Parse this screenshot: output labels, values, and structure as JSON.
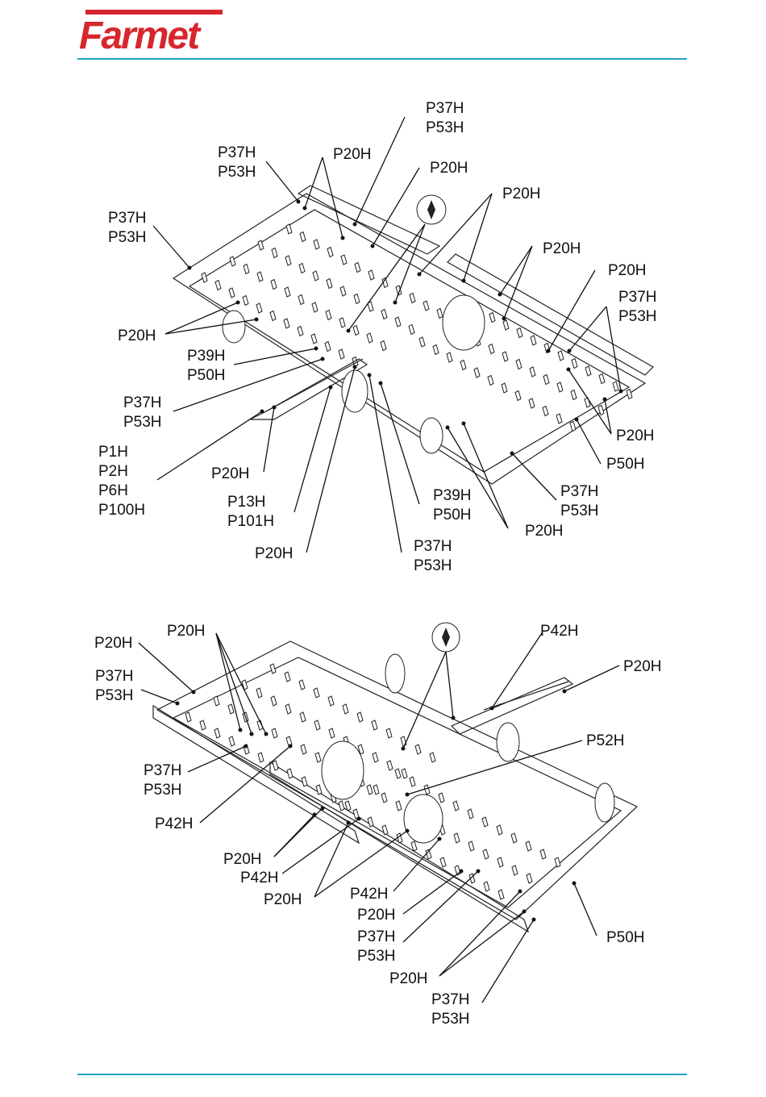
{
  "brand": {
    "name": "Farmet",
    "logo_color": "#d7262e",
    "rule_color": "#1fa3c9"
  },
  "figure_top": {
    "labels": {
      "t1": [
        "P37H",
        "P53H"
      ],
      "t2": [
        "P37H",
        "P53H"
      ],
      "t3": [
        "P20H"
      ],
      "t4": [
        "P20H"
      ],
      "t5": [
        "P37H",
        "P53H"
      ],
      "t6": [
        "P20H"
      ],
      "t7": [
        "P20H"
      ],
      "t8": [
        "P20H"
      ],
      "t9": [
        "P37H",
        "P53H"
      ],
      "t10": [
        "P20H"
      ],
      "t11": [
        "P39H",
        "P50H"
      ],
      "t12": [
        "P37H",
        "P53H"
      ],
      "t13": [
        "P1H",
        "P2H",
        "P6H",
        "P100H"
      ],
      "t14": [
        "P20H"
      ],
      "t15": [
        "P13H",
        "P101H"
      ],
      "t16": [
        "P20H"
      ],
      "t17": [
        "P37H",
        "P53H"
      ],
      "t18": [
        "P39H",
        "P50H"
      ],
      "t19": [
        "P20H"
      ],
      "t20": [
        "P37H",
        "P53H"
      ],
      "t21": [
        "P50H"
      ],
      "t22": [
        "P20H"
      ]
    }
  },
  "figure_bottom": {
    "labels": {
      "b1": [
        "P20H"
      ],
      "b2": [
        "P20H"
      ],
      "b3": [
        "P42H"
      ],
      "b4": [
        "P20H"
      ],
      "b5": [
        "P37H",
        "P53H"
      ],
      "b6": [
        "P52H"
      ],
      "b7": [
        "P37H",
        "P53H"
      ],
      "b8": [
        "P42H"
      ],
      "b9": [
        "P20H"
      ],
      "b10": [
        "P42H"
      ],
      "b11": [
        "P20H"
      ],
      "b12": [
        "P42H"
      ],
      "b13": [
        "P20H"
      ],
      "b14": [
        "P37H",
        "P53H"
      ],
      "b15": [
        "P50H"
      ],
      "b16": [
        "P20H"
      ],
      "b17": [
        "P37H",
        "P53H"
      ]
    }
  }
}
